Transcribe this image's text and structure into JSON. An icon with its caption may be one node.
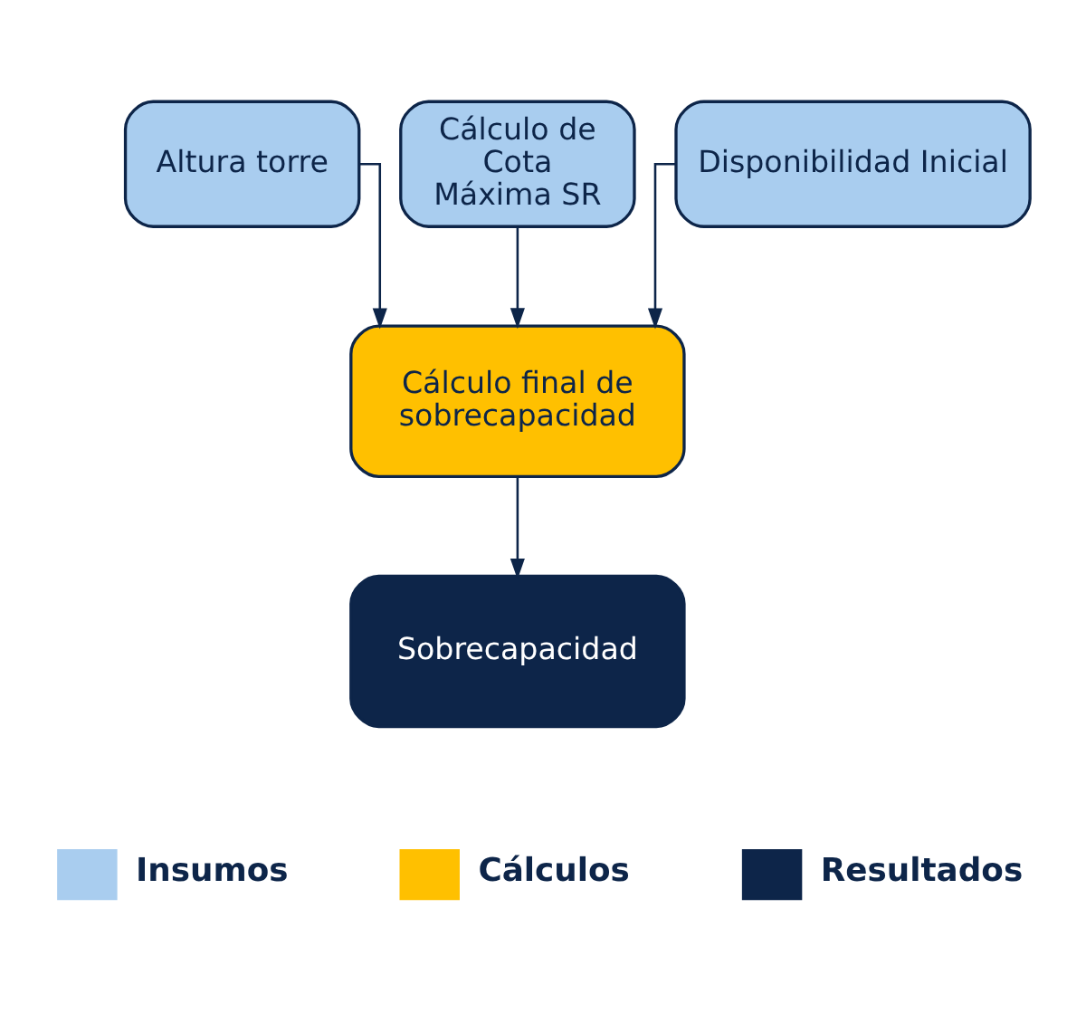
{
  "diagram": {
    "nodes": [
      {
        "text": [
          "Altura torre"
        ]
      },
      {
        "text": [
          "Cálculo de Cota Máxima SR"
        ]
      },
      {
        "text": [
          "Disponibilidad Inicial"
        ]
      },
      {
        "text": [
          "Cálculo final de sobrecapacidad"
        ]
      },
      {
        "text": [
          "Sobrecapacidad"
        ]
      }
    ],
    "edges": [
      {
        "from": 0,
        "to": 3,
        "arrow": "to"
      },
      {
        "from": 1,
        "to": 3,
        "arrow": "to"
      },
      {
        "from": 2,
        "to": 3,
        "arrow": "to"
      },
      {
        "from": 3,
        "to": 4,
        "arrow": "to"
      }
    ],
    "legend": [
      {
        "text": "Insumos",
        "color": "#a9cdef"
      },
      {
        "text": "Cálculos",
        "color": "#ffc000"
      },
      {
        "text": "Resultados",
        "color": "#0d2549"
      }
    ]
  }
}
